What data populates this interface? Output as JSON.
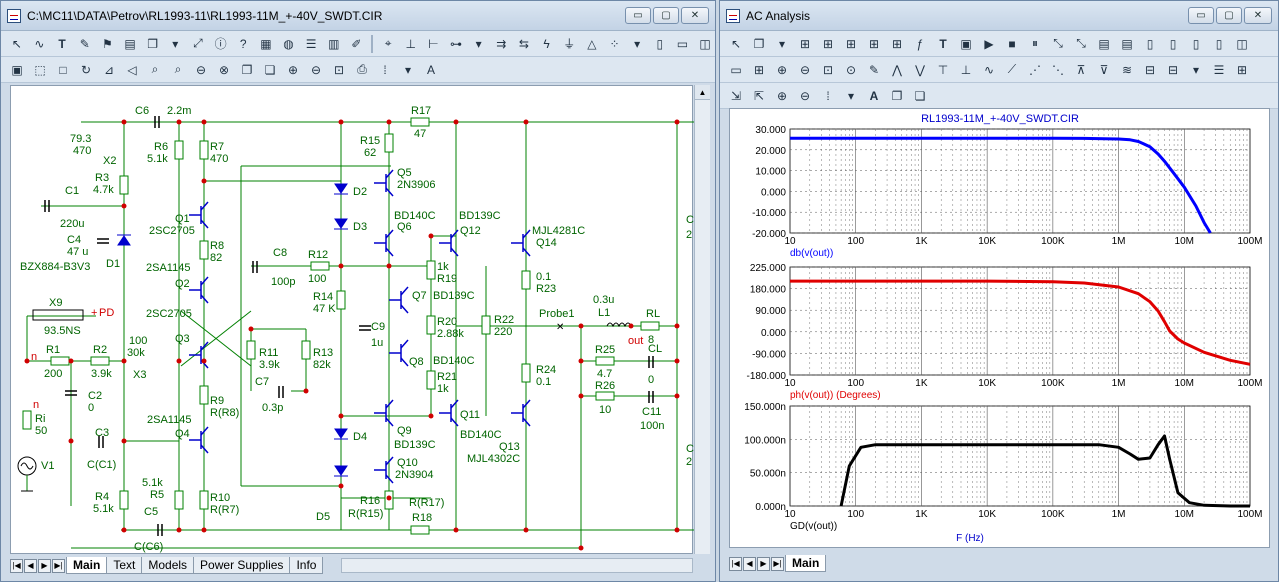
{
  "left_window": {
    "title": "C:\\MC11\\DATA\\Petrov\\RL1993-11\\RL1993-11M_+-40V_SWDT.CIR",
    "window_buttons": {
      "minimize": "▭",
      "maximize": "▢",
      "close": "✕"
    },
    "tabs": [
      "Main",
      "Text",
      "Models",
      "Power Supplies",
      "Info"
    ],
    "active_tab": "Main",
    "schematic_labels": {
      "r_79": "79.3",
      "r_470a": "470",
      "c6": "C6",
      "c6v": "2.2m",
      "x2": "X2",
      "r6": "R6",
      "r6v": "5.1k",
      "r7": "R7",
      "r7v": "470",
      "r3": "R3",
      "r3v": "4.7k",
      "c1": "C1",
      "c1v": "220u",
      "c4": "C4",
      "c4v": "47 u",
      "d1": "D1",
      "bzx": "BZX884-B3V3",
      "q1": "Q1",
      "q1v": "2SC2705",
      "r8": "R8",
      "r8v": "82",
      "q2": "Q2",
      "q2v": "2SA1145",
      "x9": "X9",
      "x9v": "93.5NS",
      "pd": "PD",
      "pdn": "+",
      "q3": "Q3",
      "q3v": "2SC2705",
      "r1": "R1",
      "r1v": "200",
      "r2": "R2",
      "r2v": "3.9k",
      "n1": "n",
      "x3": "X3",
      "pot100": "100",
      "pot30k": "30k",
      "c2": "C2",
      "c2v": "0",
      "ri": "Ri",
      "riv": "50",
      "rin": "n",
      "v1": "V1",
      "c3": "C3",
      "c3v": "C(C1)",
      "q4": "Q4",
      "q4v": "2SA1145",
      "r9": "R9",
      "r9v": "R(R8)",
      "r4": "R4",
      "r4v": "5.1k",
      "r5": "R5",
      "r5v": "5.1k",
      "c5": "C5",
      "c5v": "C(C6)",
      "r10": "R10",
      "r10v": "R(R7)",
      "r11": "R11",
      "r11v": "3.9k",
      "r13": "R13",
      "r13v": "82k",
      "c7": "C7",
      "c7v": "0.3p",
      "c8": "C8",
      "c8v": "100p",
      "r12": "R12",
      "r12v": "100",
      "r14": "R14",
      "r14v": "47 K",
      "d2": "D2",
      "d3": "D3",
      "d4": "D4",
      "d5": "D5",
      "r15": "R15",
      "r15v": "62",
      "q5": "Q5",
      "q5v": "2N3906",
      "q6": "Q6",
      "q6v": "BD140C",
      "r17": "R17",
      "r17v": "47",
      "q12": "Q12",
      "q12v": "BD139C",
      "q14": "Q14",
      "q14v": "MJL4281C",
      "r19": "R19",
      "r19v": "1k",
      "q7": "Q7",
      "q7v": "BD139C",
      "c9": "C9",
      "c9v": "1u",
      "r20": "R20",
      "r20v": "2.88k",
      "q8": "Q8",
      "q8v": "BD140C",
      "r21": "R21",
      "r21v": "1k",
      "r22": "R22",
      "r22v": "220",
      "r23": "R23",
      "r23v": "0.1",
      "r24": "R24",
      "r24v": "0.1",
      "q9": "Q9",
      "q9v": "BD139C",
      "q10": "Q10",
      "q10v": "2N3904",
      "q11": "Q11",
      "q11v": "BD140C",
      "q13": "Q13",
      "q13v": "MJL4302C",
      "r16": "R16",
      "r16v": "R(R15)",
      "r18": "R18",
      "r18v": "R(R17)",
      "probe": "Probe1",
      "l1": "L1",
      "l1v": "0.3u",
      "rl": "RL",
      "rlv": "8",
      "cl": "CL",
      "clv": "0",
      "out": "out",
      "r25": "R25",
      "r25v": "4.7",
      "r26": "R26",
      "r26v": "10",
      "c11": "C11",
      "c11v": "100n",
      "cedge": "C",
      "cedge2": "2"
    }
  },
  "right_window": {
    "title": "AC Analysis",
    "window_buttons": {
      "minimize": "▭",
      "maximize": "▢",
      "close": "✕"
    },
    "tabs": [
      "Main"
    ],
    "active_tab": "Main",
    "plot_title": "RL1993-11M_+-40V_SWDT.CIR",
    "x_label": "F (Hz)",
    "x_ticks": [
      "10",
      "100",
      "1K",
      "10K",
      "100K",
      "1M",
      "10M",
      "100M"
    ]
  },
  "chart_data": [
    {
      "type": "line",
      "title": "RL1993-11M_+-40V_SWDT.CIR",
      "ylabel": "db(v(out))",
      "xscale": "log",
      "xlim": [
        10,
        100000000
      ],
      "ylim": [
        -20,
        30
      ],
      "y_ticks": [
        "30.000",
        "20.000",
        "10.000",
        "0.000",
        "-10.000",
        "-20.000"
      ],
      "color": "#0000ff",
      "series": [
        {
          "x": [
            10,
            100,
            1000,
            10000,
            100000,
            300000,
            1000000,
            1500000,
            2000000,
            3000000,
            4000000,
            5000000,
            7000000,
            10000000,
            15000000,
            20000000,
            25000000
          ],
          "y": [
            25.6,
            25.6,
            25.6,
            25.6,
            25.6,
            25.5,
            25.2,
            24.8,
            24.0,
            21.5,
            18.0,
            14.5,
            8.5,
            2.0,
            -7.0,
            -15.0,
            -20.0
          ]
        }
      ]
    },
    {
      "type": "line",
      "ylabel": "ph(v(out)) (Degrees)",
      "xscale": "log",
      "xlim": [
        10,
        100000000
      ],
      "ylim": [
        -180,
        225
      ],
      "y_ticks": [
        "225.000",
        "180.000",
        "90.000",
        "0.000",
        "-90.000",
        "-180.000"
      ],
      "color": "#e00000",
      "series": [
        {
          "x": [
            10,
            100,
            1000,
            10000,
            100000,
            300000,
            1000000,
            2000000,
            3000000,
            4000000,
            5000000,
            6000000,
            8000000,
            10000000,
            20000000,
            50000000,
            100000000
          ],
          "y": [
            172,
            172,
            172,
            172,
            170,
            165,
            150,
            125,
            95,
            60,
            20,
            -15,
            -45,
            -60,
            -95,
            -125,
            -140
          ]
        }
      ]
    },
    {
      "type": "line",
      "ylabel": "GD(v(out))",
      "xscale": "log",
      "xlim": [
        10,
        100000000
      ],
      "ylim": [
        0,
        150
      ],
      "y_ticks": [
        "150.000n",
        "100.000n",
        "50.000n",
        "0.000n"
      ],
      "color": "#000000",
      "series": [
        {
          "x": [
            60,
            80,
            120,
            200,
            1000,
            10000,
            100000,
            500000,
            1000000,
            1500000,
            2000000,
            3000000,
            4000000,
            5000000,
            6000000,
            8000000,
            12000000,
            20000000,
            50000000,
            100000000
          ],
          "y": [
            0,
            60,
            88,
            92,
            92,
            92,
            92,
            92,
            88,
            78,
            70,
            72,
            92,
            105,
            70,
            20,
            5,
            1,
            0,
            0
          ]
        }
      ]
    }
  ]
}
